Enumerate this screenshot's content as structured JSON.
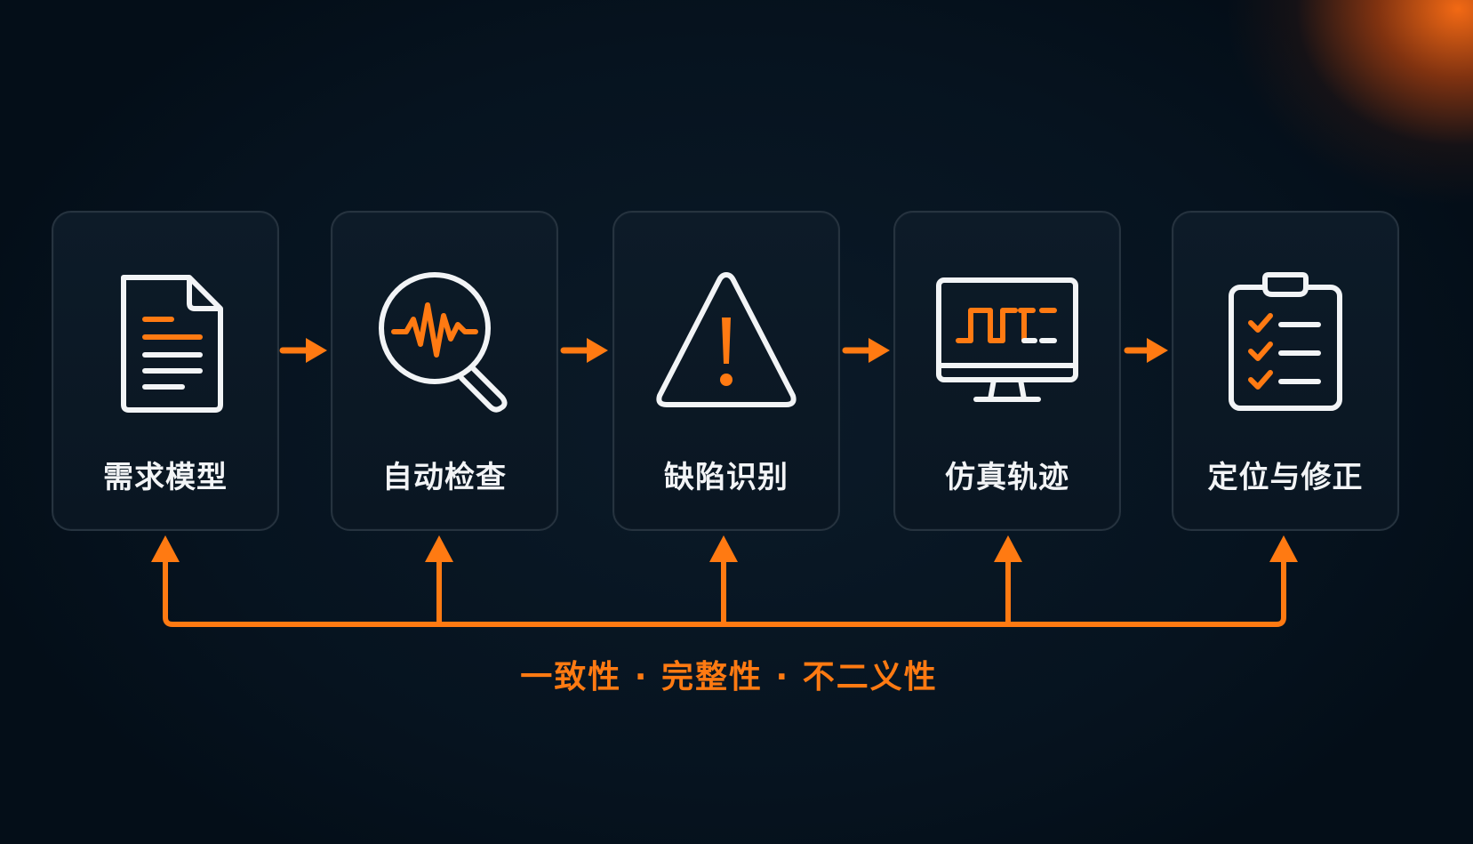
{
  "steps": [
    {
      "label": "需求模型",
      "icon": "document-icon"
    },
    {
      "label": "自动检查",
      "icon": "magnifier-waveform-icon"
    },
    {
      "label": "缺陷识别",
      "icon": "warning-triangle-icon"
    },
    {
      "label": "仿真轨迹",
      "icon": "monitor-signal-icon"
    },
    {
      "label": "定位与修正",
      "icon": "clipboard-checklist-icon"
    }
  ],
  "feedback": {
    "label": "一致性 · 完整性 · 不二义性"
  },
  "colors": {
    "accent": "#ff7a12",
    "icon_stroke": "#f2f4f6",
    "card_border": "#26333f",
    "background": "#06131f"
  }
}
